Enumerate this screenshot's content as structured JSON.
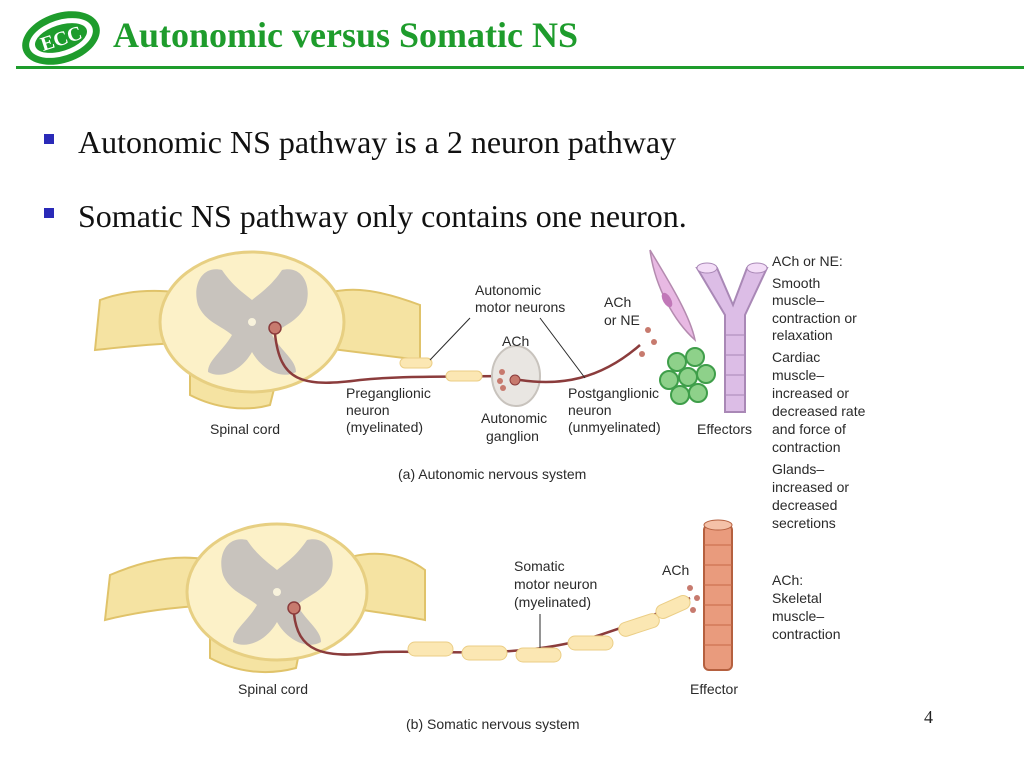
{
  "slide": {
    "title": "Autonomic versus Somatic NS",
    "logo_text": "ECC",
    "page_number": "4",
    "accent_color": "#1e9c2c",
    "bullet_color": "#2a2ab8"
  },
  "bullets": [
    "Autonomic NS pathway is a 2 neuron pathway",
    "Somatic NS pathway only contains one neuron."
  ],
  "figure": {
    "autonomic": {
      "spinal_cord": "Spinal cord",
      "autonomic_motor_neurons": [
        "Autonomic",
        "motor neurons"
      ],
      "ach_ganglion": "ACh",
      "ach_or_ne": [
        "ACh",
        "or NE"
      ],
      "preganglionic": [
        "Preganglionic",
        "neuron",
        "(myelinated)"
      ],
      "ganglion": [
        "Autonomic",
        "ganglion"
      ],
      "postganglionic": [
        "Postganglionic",
        "neuron",
        "(unmyelinated)"
      ],
      "effectors": "Effectors",
      "caption": "(a) Autonomic nervous system",
      "effects": [
        "ACh or NE:",
        "Smooth",
        "muscle–",
        "contraction or",
        "relaxation",
        "Cardiac",
        "muscle–",
        "increased or",
        "decreased rate",
        "and force of",
        "contraction",
        "Glands–",
        "increased or",
        "decreased",
        "secretions"
      ]
    },
    "somatic": {
      "spinal_cord": "Spinal cord",
      "motor_neuron": [
        "Somatic",
        "motor neuron",
        "(myelinated)"
      ],
      "ach": "ACh",
      "effector": "Effector",
      "caption": "(b) Somatic nervous system",
      "effects": [
        "ACh:",
        "Skeletal",
        "muscle–",
        "contraction"
      ]
    }
  }
}
